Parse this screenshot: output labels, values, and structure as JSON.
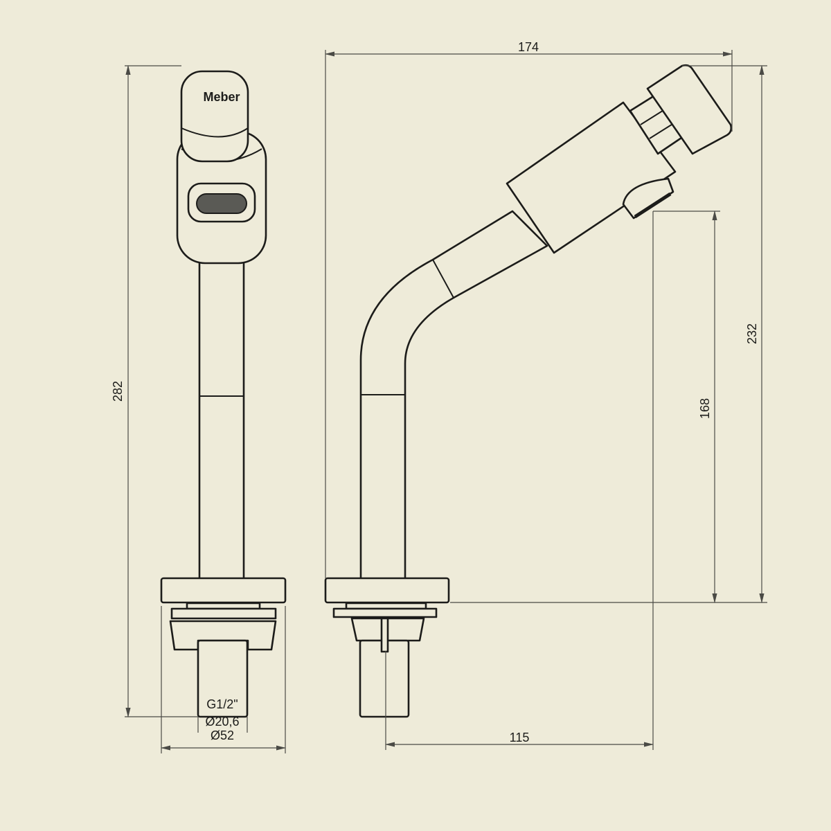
{
  "title": "Faucet technical drawing",
  "brand_logo": "Meber",
  "dimensions": {
    "overall_height": "282",
    "overall_length": "174",
    "spout_height_total": "232",
    "outlet_height": "168",
    "outlet_reach": "115",
    "thread": "G1/2\"",
    "thread_diameter": "Ø20,6",
    "base_diameter": "Ø52"
  },
  "colors": {
    "background": "#eeebd9",
    "line": "#1c1c1a"
  }
}
